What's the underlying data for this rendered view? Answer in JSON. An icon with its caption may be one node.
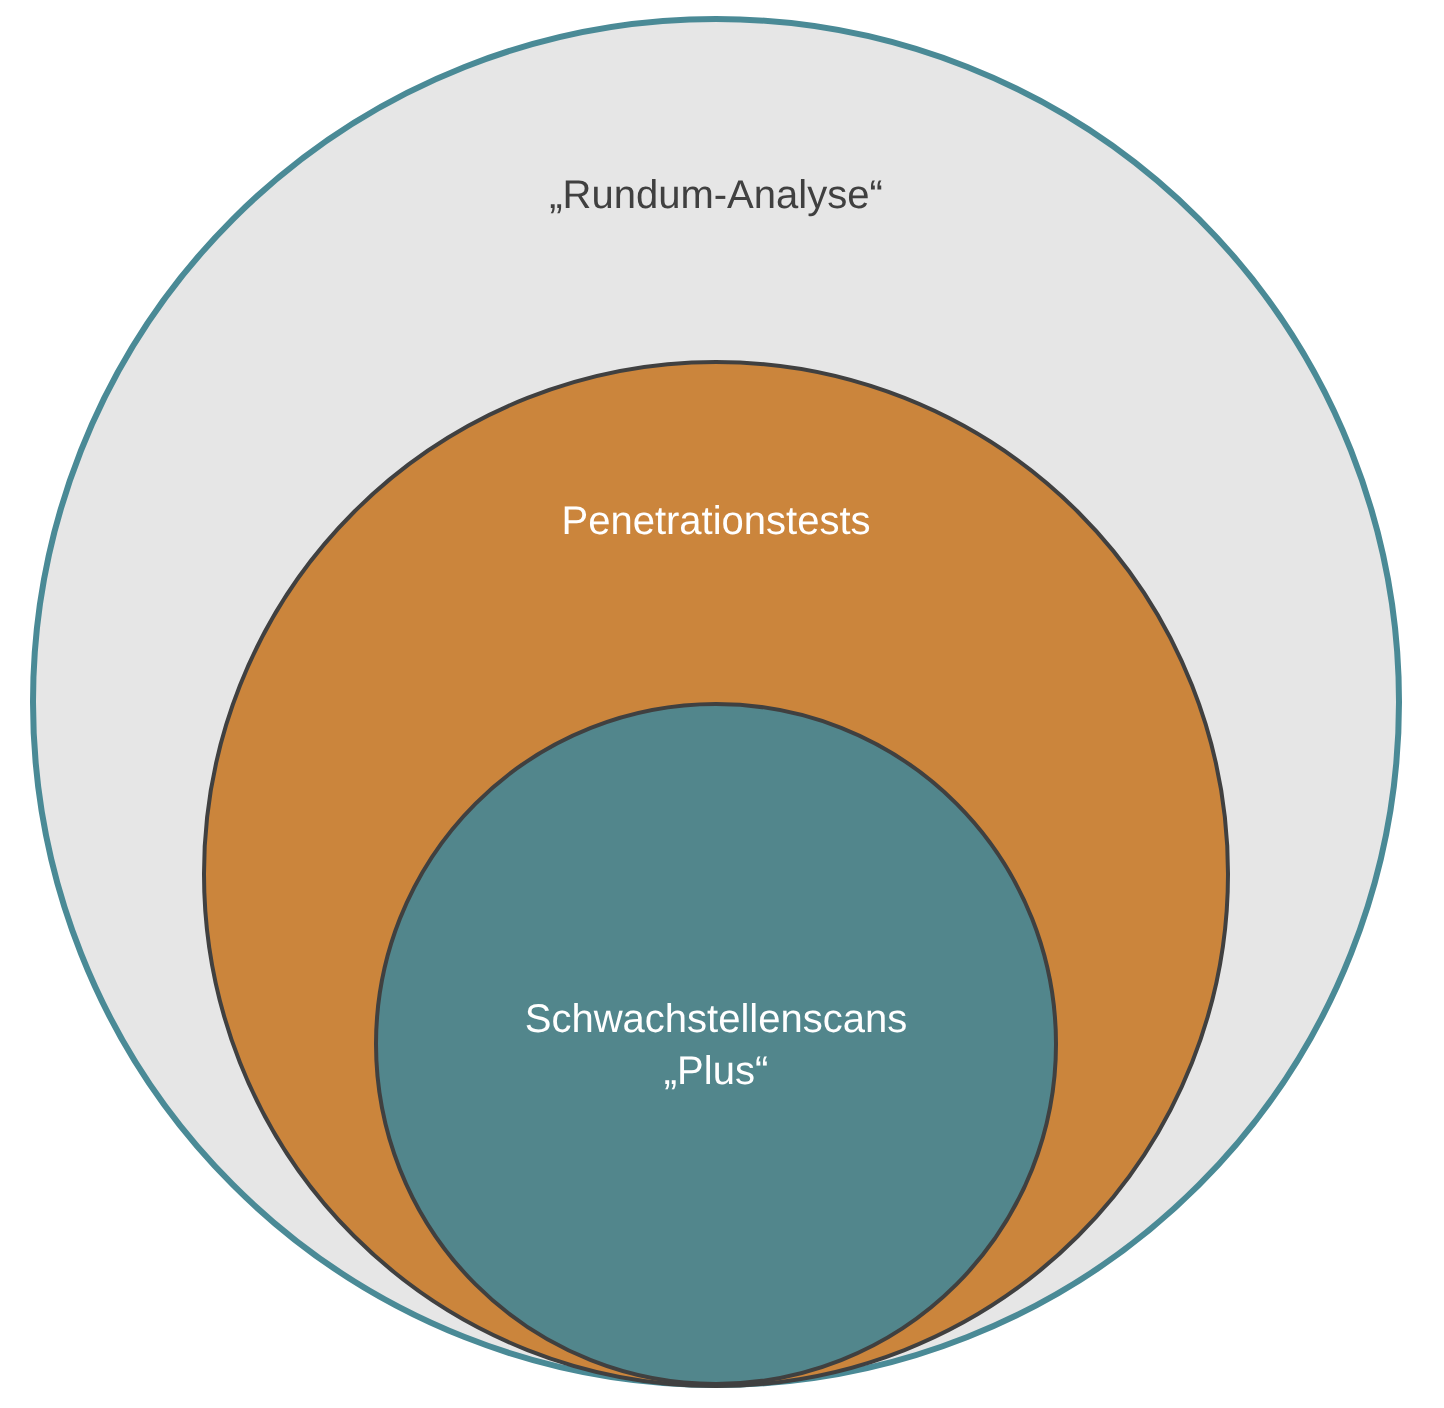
{
  "diagram": {
    "nodes": [
      {
        "text": [
          "„Rundum-Analyse“"
        ]
      },
      {
        "text": [
          "Penetrationstests"
        ],
        "in": 0
      },
      {
        "text": [
          "Schwachstellenscans „Plus“"
        ],
        "in": 1
      }
    ]
  }
}
